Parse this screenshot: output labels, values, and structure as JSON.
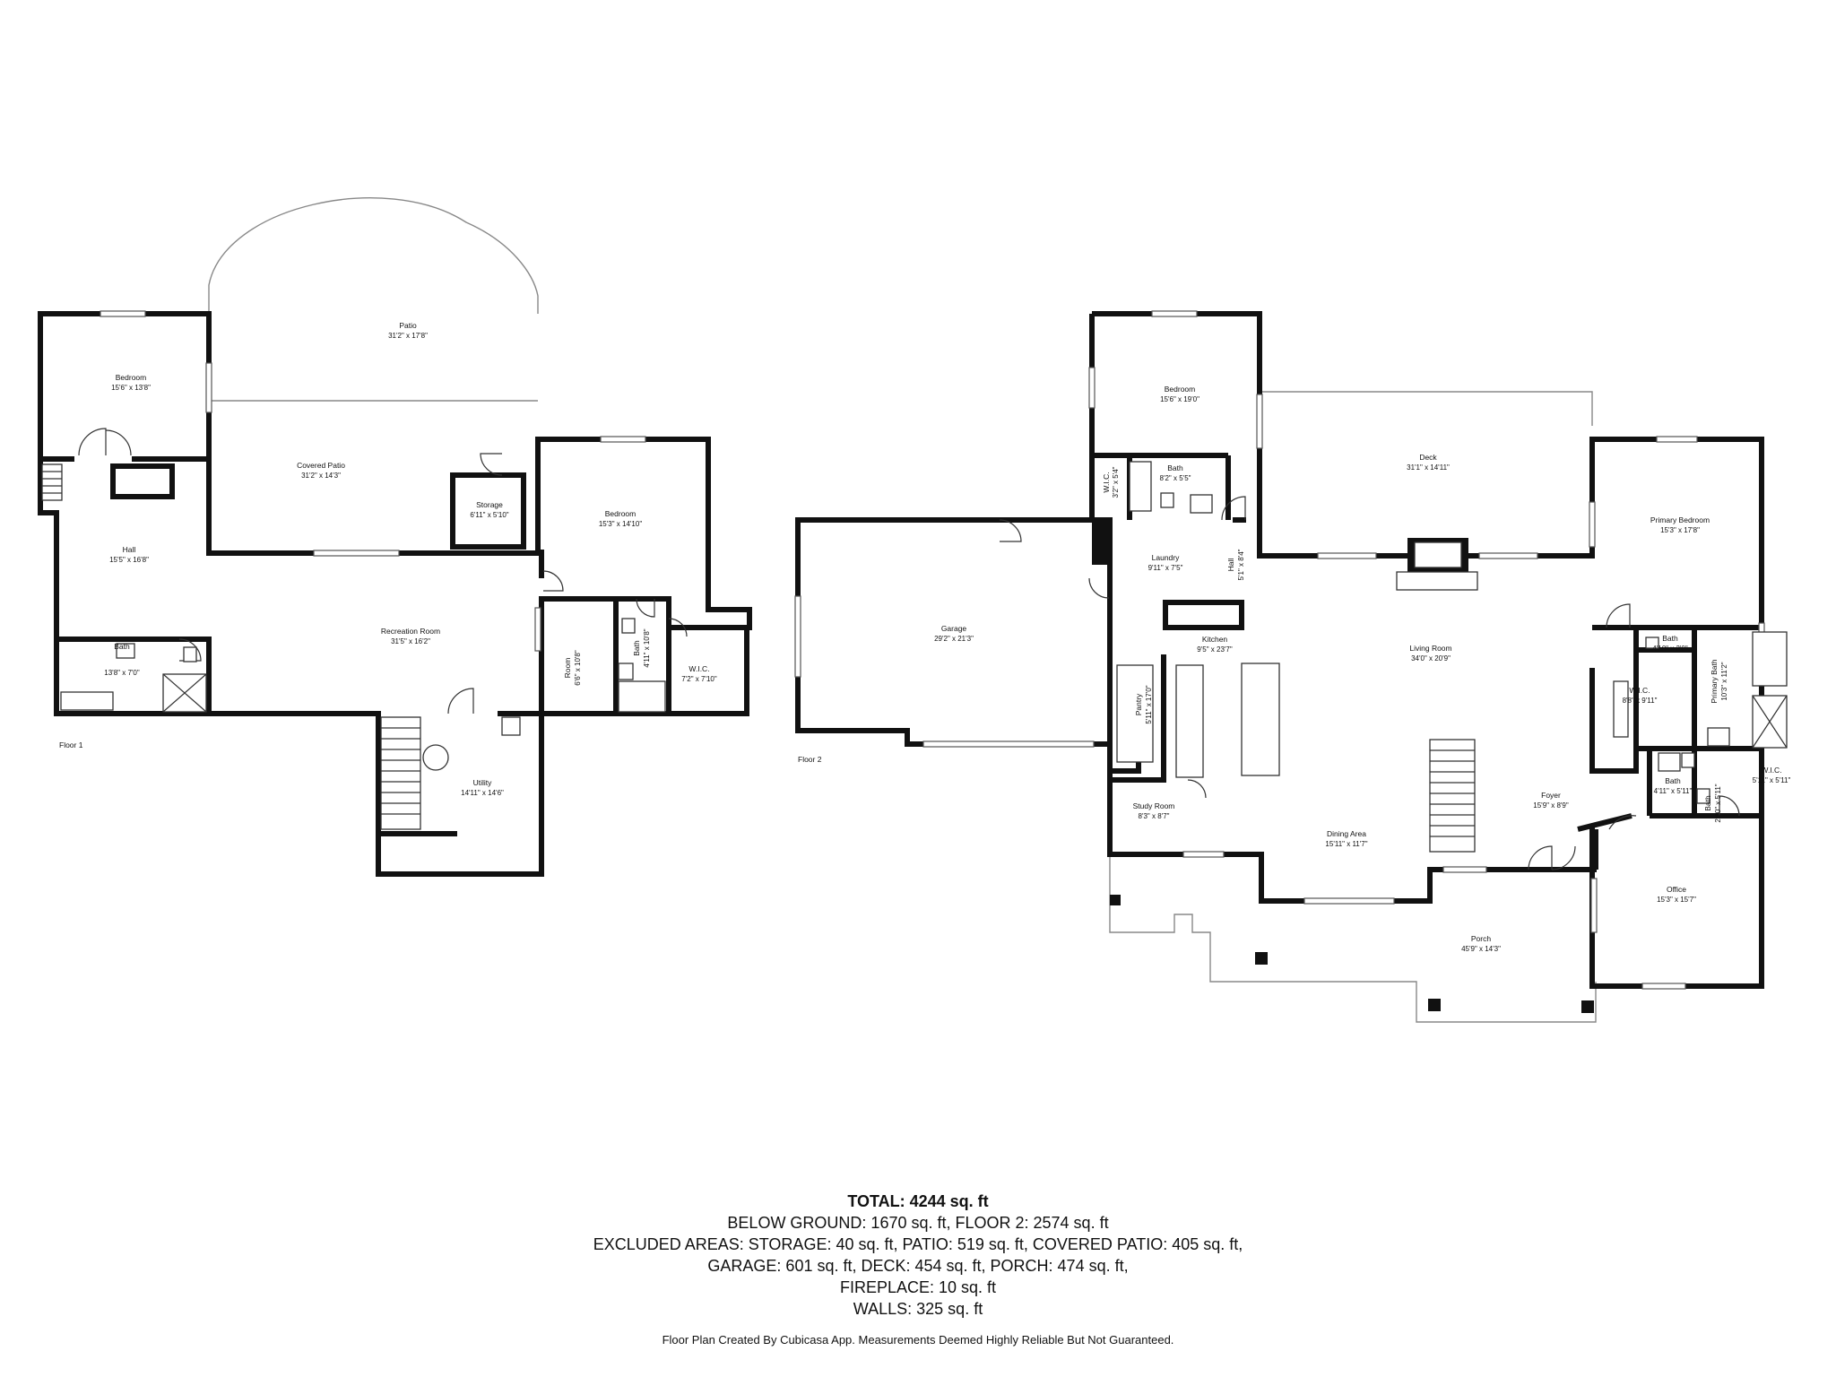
{
  "floors": {
    "floor1": "Floor 1",
    "floor2": "Floor 2"
  },
  "rooms": {
    "f1_bedroom1": {
      "name": "Bedroom",
      "dim": "15'6\" x 13'8\""
    },
    "f1_patio": {
      "name": "Patio",
      "dim": "31'2\" x 17'8\""
    },
    "f1_covered_patio": {
      "name": "Covered Patio",
      "dim": "31'2\" x 14'3\""
    },
    "f1_storage": {
      "name": "Storage",
      "dim": "6'11\" x 5'10\""
    },
    "f1_bedroom2": {
      "name": "Bedroom",
      "dim": "15'3\" x 14'10\""
    },
    "f1_hall": {
      "name": "Hall",
      "dim": "15'5\" x 16'8\""
    },
    "f1_bath1": {
      "name": "Bath",
      "dim": "13'8\" x 7'0\""
    },
    "f1_recreation": {
      "name": "Recreation Room",
      "dim": "31'5\" x 16'2\""
    },
    "f1_room": {
      "name": "Room",
      "dim": "6'6\" x 10'8\""
    },
    "f1_bath2": {
      "name": "Bath",
      "dim": "4'11\" x 10'8\""
    },
    "f1_wic": {
      "name": "W.I.C.",
      "dim": "7'2\" x 7'10\""
    },
    "f1_utility": {
      "name": "Utility",
      "dim": "14'11\" x 14'6\""
    },
    "f2_bedroom": {
      "name": "Bedroom",
      "dim": "15'6\" x 19'0\""
    },
    "f2_wic_small": {
      "name": "W.I.C.",
      "dim": "3'2\" x 5'4\""
    },
    "f2_bath_small": {
      "name": "Bath",
      "dim": "8'2\" x 5'5\""
    },
    "f2_deck": {
      "name": "Deck",
      "dim": "31'1\" x 14'11\""
    },
    "f2_primary_bedroom": {
      "name": "Primary Bedroom",
      "dim": "15'3\" x 17'8\""
    },
    "f2_garage": {
      "name": "Garage",
      "dim": "29'2\" x 21'3\""
    },
    "f2_laundry": {
      "name": "Laundry",
      "dim": "9'11\" x 7'5\""
    },
    "f2_hall": {
      "name": "Hall",
      "dim": "5'1\" x 8'4\""
    },
    "f2_kitchen": {
      "name": "Kitchen",
      "dim": "9'5\" x 23'7\""
    },
    "f2_living": {
      "name": "Living Room",
      "dim": "34'0\" x 20'9\""
    },
    "f2_bath_tiny": {
      "name": "Bath",
      "dim": "4'10\" x 3'0\""
    },
    "f2_wic_primary": {
      "name": "W.I.C.",
      "dim": "8'8\" x 9'11\""
    },
    "f2_primary_bath": {
      "name": "Primary Bath",
      "dim": "10'3\" x 11'2\""
    },
    "f2_pantry": {
      "name": "Pantry",
      "dim": "5'11\" x 17'0\""
    },
    "f2_bath_mid": {
      "name": "Bath",
      "dim": "4'11\" x 5'11\""
    },
    "f2_bath_narrow": {
      "name": "Bath",
      "dim": "2'10\" x 5'11\""
    },
    "f2_wic_right": {
      "name": "W.I.C.",
      "dim": "5'11\" x 5'11\""
    },
    "f2_foyer": {
      "name": "Foyer",
      "dim": "15'9\" x 8'9\""
    },
    "f2_study": {
      "name": "Study Room",
      "dim": "8'3\" x 8'7\""
    },
    "f2_dining": {
      "name": "Dining Area",
      "dim": "15'11\" x 11'7\""
    },
    "f2_office": {
      "name": "Office",
      "dim": "15'3\" x 15'7\""
    },
    "f2_porch": {
      "name": "Porch",
      "dim": "45'9\" x 14'3\""
    }
  },
  "summary": {
    "total": "TOTAL: 4244 sq. ft",
    "line1": "BELOW GROUND: 1670 sq. ft, FLOOR 2: 2574 sq. ft",
    "line2": "EXCLUDED AREAS: STORAGE: 40 sq. ft, PATIO: 519 sq. ft, COVERED PATIO: 405 sq. ft,",
    "line3": "GARAGE: 601 sq. ft, DECK: 454 sq. ft, PORCH: 474 sq. ft,",
    "line4": "FIREPLACE: 10 sq. ft",
    "line5": "WALLS: 325 sq. ft"
  },
  "disclaimer": "Floor Plan Created By Cubicasa App. Measurements Deemed Highly Reliable But Not Guaranteed."
}
